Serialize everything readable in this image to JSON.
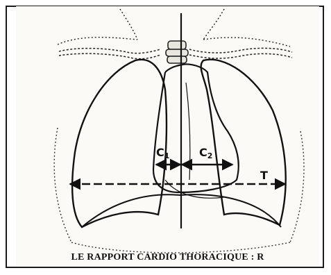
{
  "figure": {
    "caption": "LE RAPPORT CARDIO THORACIQUE : R",
    "labels": {
      "c1": "C",
      "c1_sub": "1",
      "c2": "C",
      "c2_sub": "2",
      "t": "T"
    }
  },
  "colors": {
    "ink": "#111111",
    "paper": "#fbfaf7",
    "frame": "#1a1a1a"
  }
}
